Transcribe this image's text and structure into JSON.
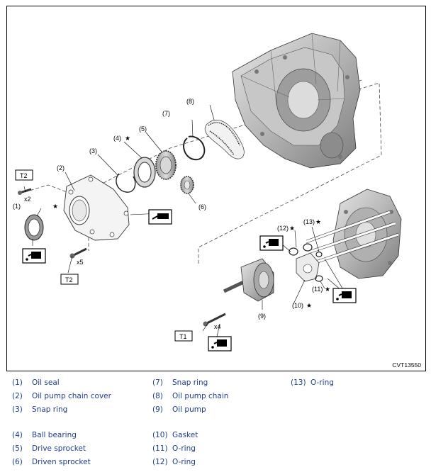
{
  "diagram": {
    "drawing_code": "CVT13550",
    "callouts": {
      "c1": "(1)",
      "c2": "(2)",
      "c3": "(3)",
      "c4": "(4)",
      "c5": "(5)",
      "c6": "(6)",
      "c7": "(7)",
      "c8": "(8)",
      "c9": "(9)",
      "c10": "(10)",
      "c11": "(11)",
      "c12": "(12)",
      "c13": "(13)"
    },
    "star": "★",
    "torque_labels": {
      "t2_top": "T2",
      "t2_bottom": "T2",
      "t1": "T1"
    },
    "quantities": {
      "x2": "x2",
      "x5": "x5",
      "x4": "x4"
    }
  },
  "legend": {
    "items": [
      {
        "num": "(1)",
        "label": "Oil seal"
      },
      {
        "num": "(2)",
        "label": "Oil pump chain cover"
      },
      {
        "num": "(3)",
        "label": "Snap ring"
      },
      {
        "num": "(4)",
        "label": "Ball bearing"
      },
      {
        "num": "(5)",
        "label": "Drive sprocket"
      },
      {
        "num": "(6)",
        "label": "Driven sprocket"
      },
      {
        "num": "(7)",
        "label": "Snap ring"
      },
      {
        "num": "(8)",
        "label": "Oil pump chain"
      },
      {
        "num": "(9)",
        "label": "Oil pump"
      },
      {
        "num": "(10)",
        "label": "Gasket"
      },
      {
        "num": "(11)",
        "label": "O-ring"
      },
      {
        "num": "(12)",
        "label": "O-ring"
      },
      {
        "num": "(13)",
        "label": "O-ring"
      }
    ]
  }
}
